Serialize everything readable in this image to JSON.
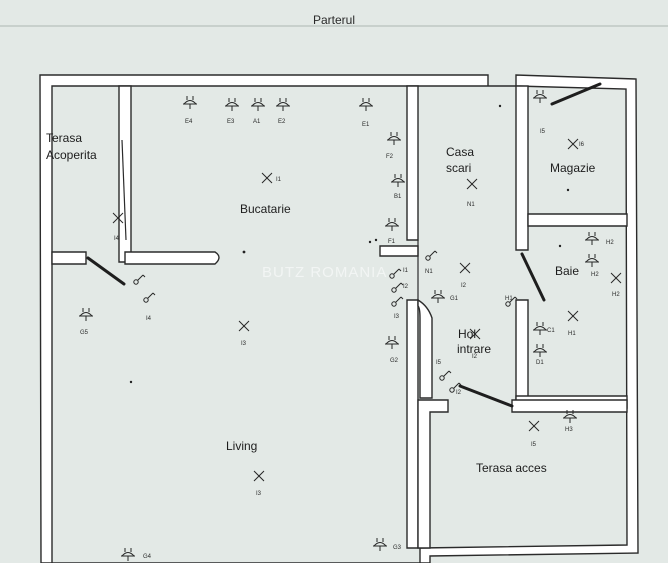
{
  "title": "Parterul",
  "watermark": "BUTZ ROMANIA",
  "rooms": {
    "terasa_acoperita": [
      "Terasa",
      "Acoperita"
    ],
    "bucatarie": "Bucatarie",
    "casa_scari": [
      "Casa",
      "scari"
    ],
    "magazie": "Magazie",
    "baie": "Baie",
    "hol_intrare": [
      "Hol",
      "intrare"
    ],
    "living": "Living",
    "terasa_acces": "Terasa acces"
  },
  "tags": {
    "e4": "E4",
    "e3": "E3",
    "a1": "A1",
    "e2": "E2",
    "e1": "E1",
    "f2": "F2",
    "b1": "B1",
    "f1": "F1",
    "i1_buc": "I1",
    "i4_ter": "I4",
    "i4_sw": "I4",
    "g5": "G5",
    "i3_mid": "I3",
    "i3_liv": "I3",
    "g4": "G4",
    "n1_sw": "N1",
    "i1_sw": "I1",
    "i2_sw": "I2",
    "i3_sw": "I3",
    "g2": "G2",
    "g3": "G3",
    "n1_cs": "N1",
    "i2_cs": "I2",
    "g1": "G1",
    "h1_door": "H1",
    "i5_mag": "I5",
    "i6_mag": "I6",
    "h2_top": "H2",
    "h2_mid": "H2",
    "h2_side": "H2",
    "h1_baie": "H1",
    "c1": "C1",
    "d1": "D1",
    "i2_hol": "I2",
    "i5_sw": "I5",
    "i2_sw2": "I2",
    "i5_ta": "I5",
    "h3": "H3"
  }
}
